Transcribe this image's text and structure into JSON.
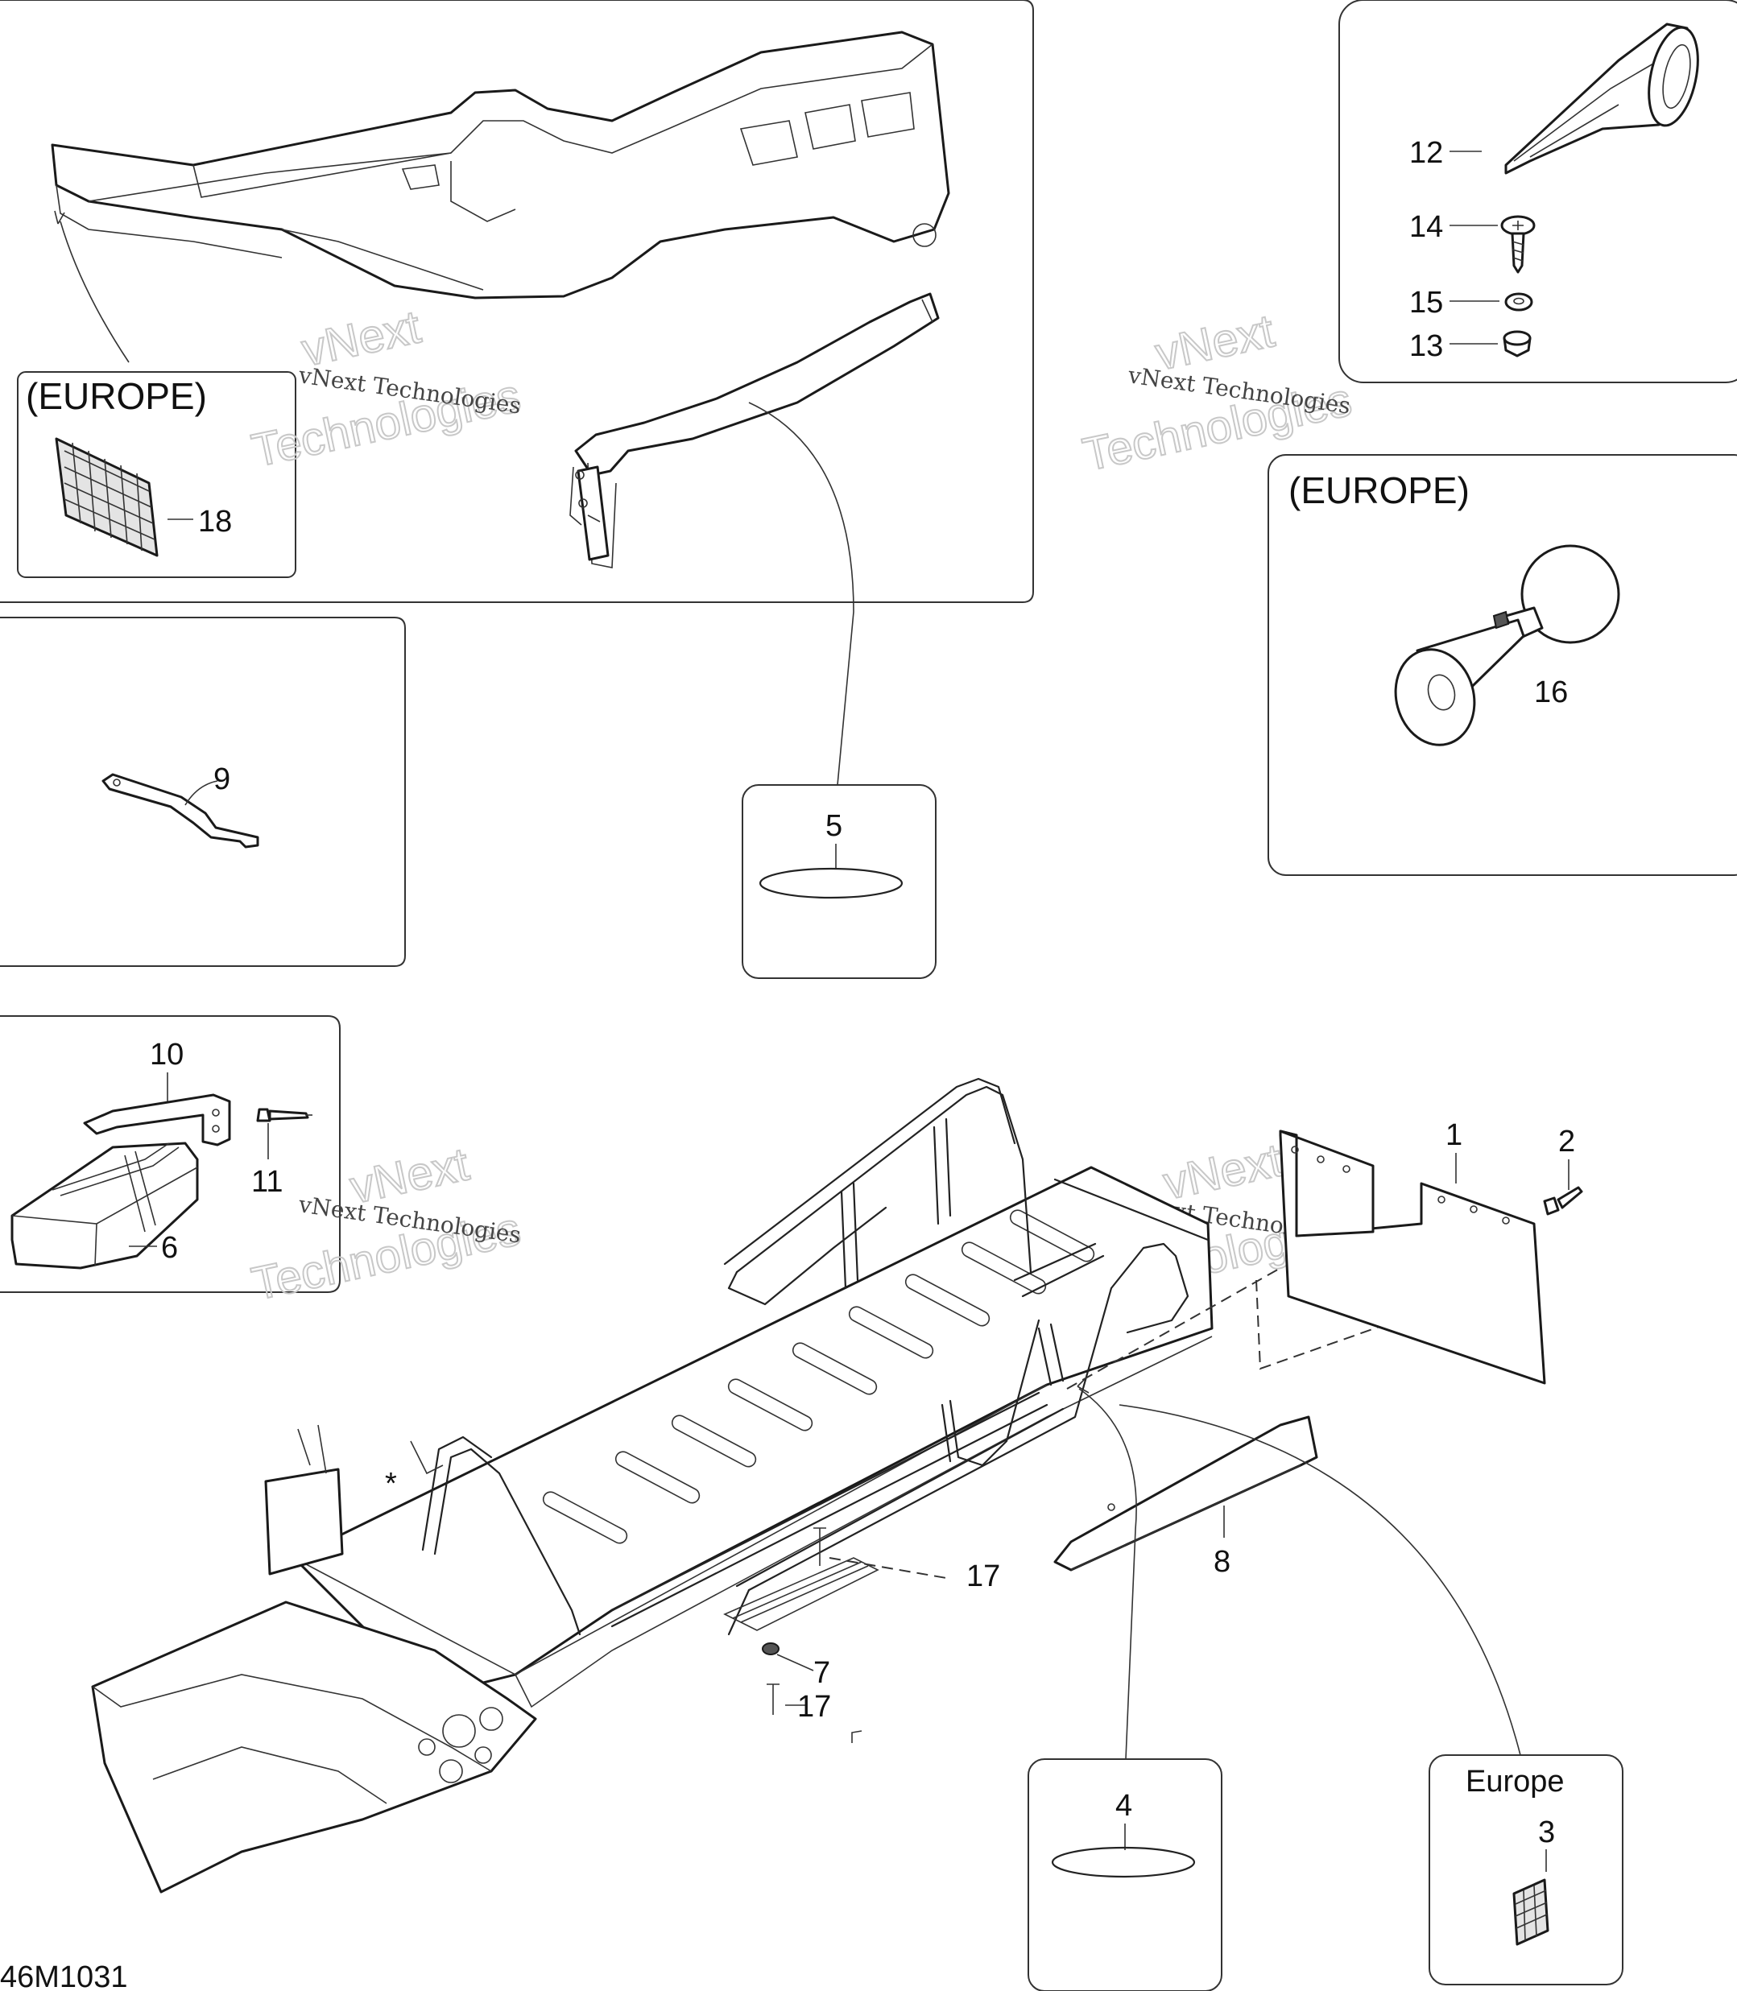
{
  "diagram_code": "46M1031",
  "watermark": {
    "line_small": "vNext Technologies",
    "line_big_1": "vNext",
    "line_big_2": "Technologies"
  },
  "region_labels": {
    "europe_upper_left": "(EUROPE)",
    "europe_right": "(EUROPE)",
    "europe_bottom": "Europe"
  },
  "callouts": {
    "p1": "1",
    "p2": "2",
    "p3": "3",
    "p4": "4",
    "p5": "5",
    "p6": "6",
    "p7": "7",
    "p8": "8",
    "p9": "9",
    "p10": "10",
    "p11": "11",
    "p12": "12",
    "p13": "13",
    "p14": "14",
    "p15": "15",
    "p16": "16",
    "p17a": "17",
    "p17b": "17",
    "p18": "18"
  },
  "asterisk": "*"
}
